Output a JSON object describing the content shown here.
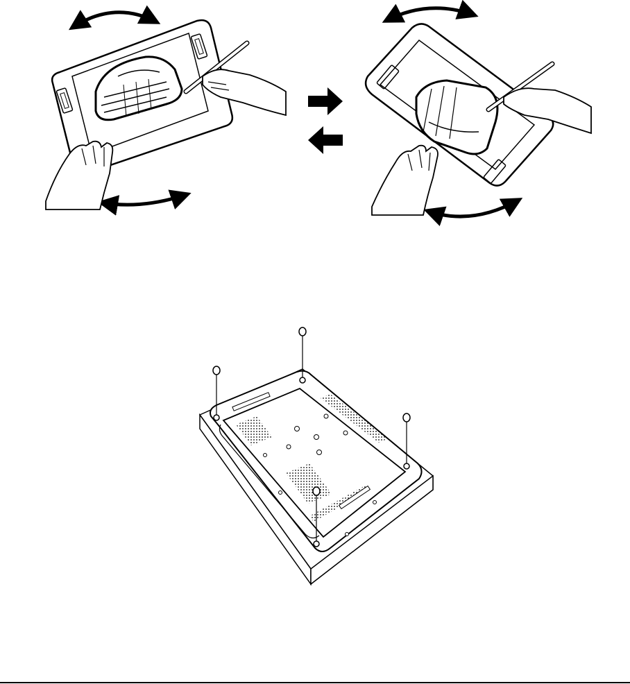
{
  "figure": {
    "top_panel": {
      "left_view": {},
      "right_view": {},
      "direction_arrows": [
        "right-arrow",
        "left-arrow"
      ]
    },
    "bottom_panel": {
      "feet": [
        "foot-top",
        "foot-left",
        "foot-right",
        "foot-bottom"
      ]
    }
  },
  "colors": {
    "ink": "#000000",
    "paper": "#ffffff"
  }
}
